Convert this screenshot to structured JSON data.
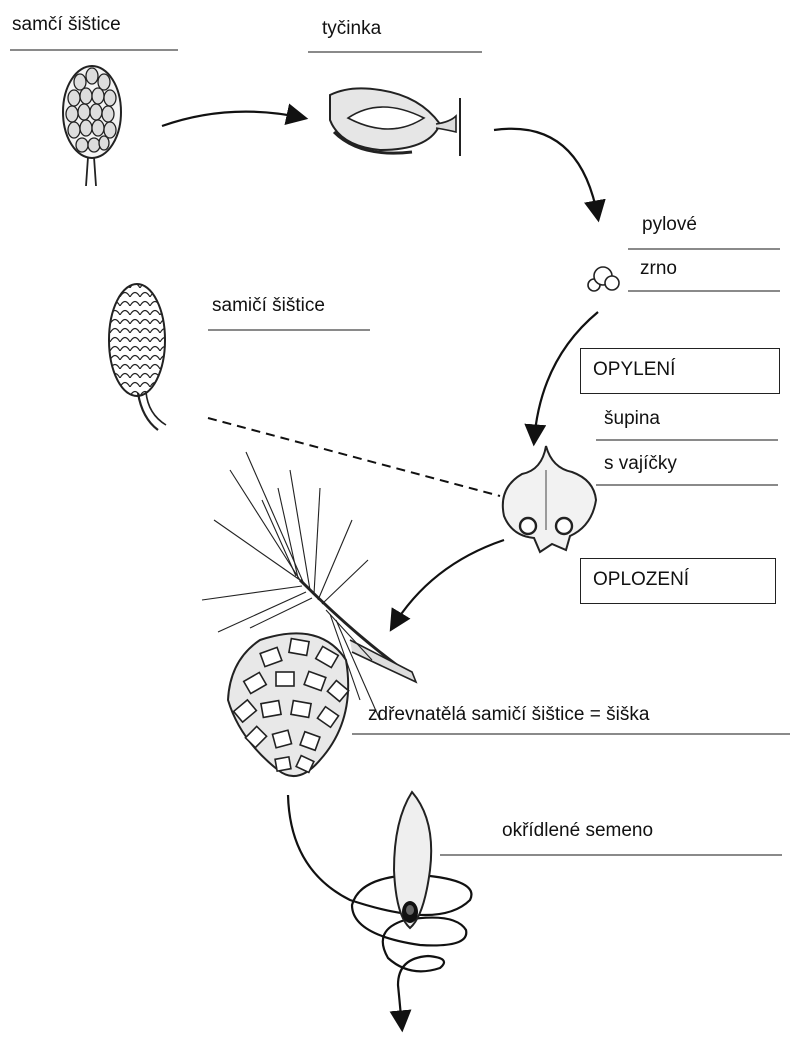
{
  "labels": {
    "male_cone": "samčí šištice",
    "stamen": "tyčinka",
    "pollen_line1": "pylové",
    "pollen_line2": "zrno",
    "female_cone": "samičí šištice",
    "scale_line1": "šupina",
    "scale_line2": "s vajíčky",
    "mature_cone": "zdřevnatělá samičí šištice = šiška",
    "winged_seed": "okřídlené semeno"
  },
  "stages": {
    "pollination": "OPYLENÍ",
    "fertilization": "OPLOZENÍ"
  },
  "icons": [
    "male-cone-icon",
    "stamen-icon",
    "pollen-grain-icon",
    "female-cone-icon",
    "ovule-scale-icon",
    "pine-branch-icon",
    "mature-cone-icon",
    "winged-seed-icon"
  ]
}
